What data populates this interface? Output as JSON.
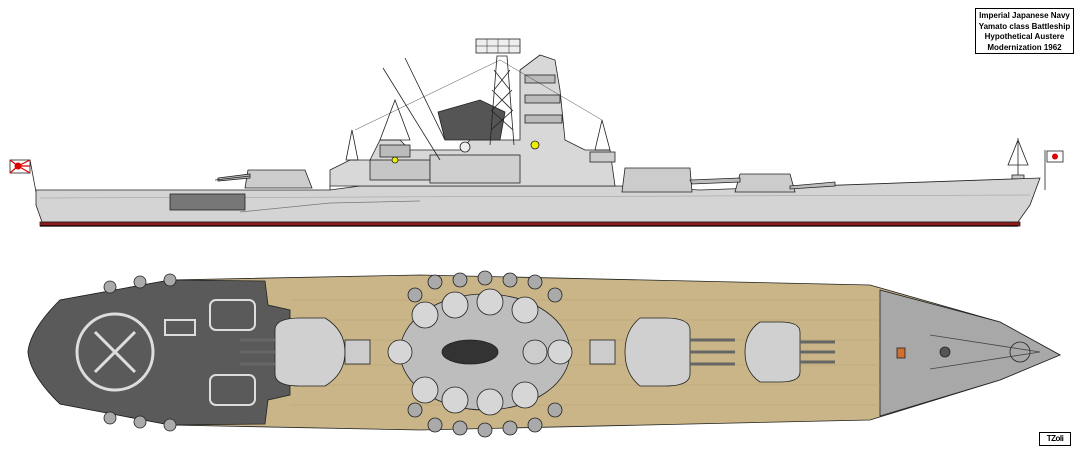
{
  "title": {
    "lines": [
      "Imperial Japanese Navy",
      "Yamato class Battleship",
      "Hypothetical Austere",
      "Modernization 1962"
    ]
  },
  "signature": "TZoli",
  "colors": {
    "hull": "#d4d4d4",
    "boot_topping": "#8b1a1a",
    "deck_wood": "#c9b587",
    "deck_dark": "#5a5a5a",
    "bow_deck": "#a8a8a8",
    "outline": "#222222"
  }
}
